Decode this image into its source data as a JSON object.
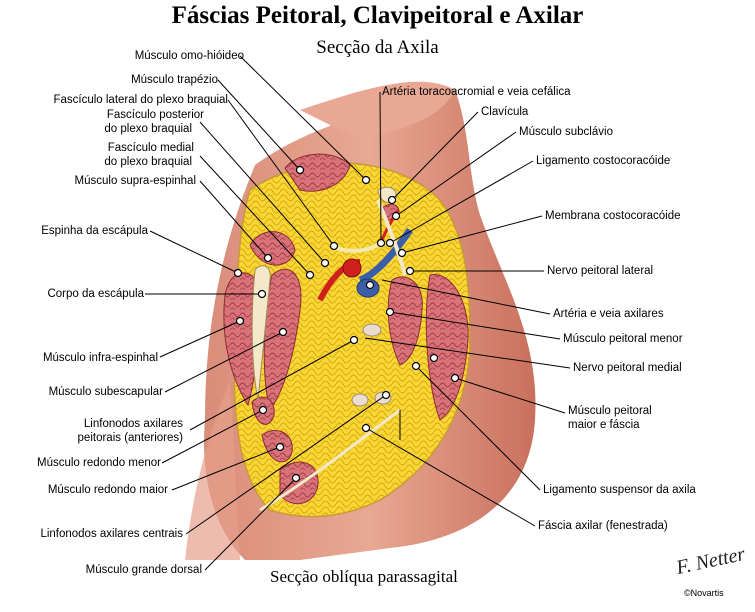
{
  "title": "Fáscias Peitoral, Clavipeitoral e Axilar",
  "subtitle": "Secção da Axila",
  "caption": "Secção oblíqua parassagital",
  "signature": "F. Netter",
  "copyright": "©Novartis",
  "colors": {
    "skin": "#e6a08c",
    "skin_dark": "#c9705e",
    "fat": "#f7d63a",
    "fat_line": "#d8a400",
    "muscle": "#d8737a",
    "muscle_dark": "#a43b44",
    "fascia": "#f3e9c8",
    "artery": "#d0201c",
    "vein": "#3a5fa8",
    "nerve": "#f2eab0"
  },
  "labels_left": [
    {
      "id": "omo-hioideo",
      "text": "Músculo omo-hióideo"
    },
    {
      "id": "trapezio",
      "text": "Músculo trapézio"
    },
    {
      "id": "fasc-lateral",
      "text": "Fascículo lateral do plexo braquial"
    },
    {
      "id": "fasc-posterior-1",
      "text": "Fascículo posterior"
    },
    {
      "id": "fasc-posterior-2",
      "text": "do plexo braquial"
    },
    {
      "id": "fasc-medial-1",
      "text": "Fascículo medial"
    },
    {
      "id": "fasc-medial-2",
      "text": "do plexo braquial"
    },
    {
      "id": "supra-espinhal",
      "text": "Músculo supra-espinhal"
    },
    {
      "id": "espinha-escapula",
      "text": "Espinha da escápula"
    },
    {
      "id": "corpo-escapula",
      "text": "Corpo da escápula"
    },
    {
      "id": "infra-espinhal",
      "text": "Músculo infra-espinhal"
    },
    {
      "id": "subescapular",
      "text": "Músculo subescapular"
    },
    {
      "id": "linfonodos-peitorais-1",
      "text": "Linfonodos axilares"
    },
    {
      "id": "linfonodos-peitorais-2",
      "text": "peitorais (anteriores)"
    },
    {
      "id": "redondo-menor",
      "text": "Músculo redondo menor"
    },
    {
      "id": "redondo-maior",
      "text": "Músculo redondo maior"
    },
    {
      "id": "linfonodos-centrais",
      "text": "Linfonodos axilares centrais"
    },
    {
      "id": "grande-dorsal",
      "text": "Músculo grande dorsal"
    }
  ],
  "labels_right": [
    {
      "id": "arteria-toracoacromial",
      "text": "Artéria toracoacromial e veia cefálica"
    },
    {
      "id": "clavicula",
      "text": "Clavícula"
    },
    {
      "id": "subclavio",
      "text": "Músculo subclávio"
    },
    {
      "id": "lig-costocoracoide",
      "text": "Ligamento costocoracóide"
    },
    {
      "id": "membrana-costocoracoide",
      "text": "Membrana costocoracóide"
    },
    {
      "id": "nervo-peitoral-lateral",
      "text": "Nervo peitoral lateral"
    },
    {
      "id": "arteria-veia-axilares",
      "text": "Artéria e veia axilares"
    },
    {
      "id": "peitoral-menor",
      "text": "Músculo peitoral menor"
    },
    {
      "id": "nervo-peitoral-medial",
      "text": "Nervo peitoral medial"
    },
    {
      "id": "peitoral-maior-1",
      "text": "Músculo peitoral"
    },
    {
      "id": "peitoral-maior-2",
      "text": "maior e fáscia"
    },
    {
      "id": "lig-suspensor",
      "text": "Ligamento suspensor da axila"
    },
    {
      "id": "fascia-axilar",
      "text": "Fáscia axilar (fenestrada)"
    }
  ]
}
